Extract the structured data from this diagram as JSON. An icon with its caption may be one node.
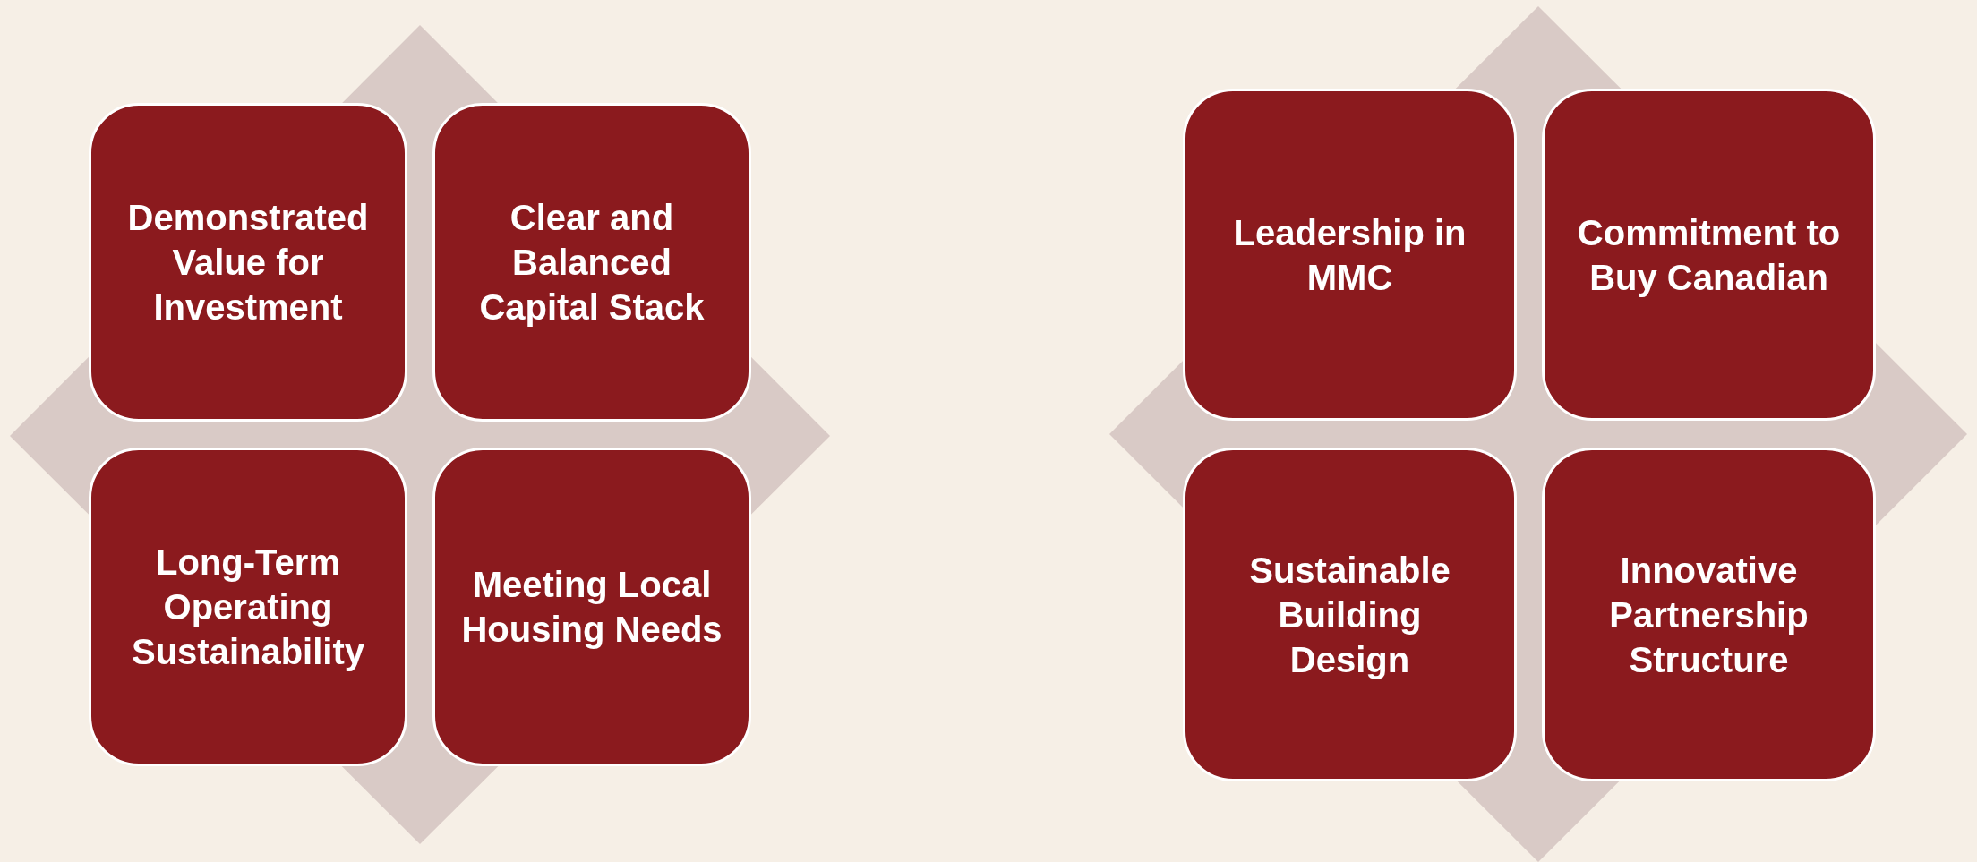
{
  "diagram": {
    "nodes": [
      {
        "text": [
          "Demonstrated Value for Investment"
        ]
      },
      {
        "text": [
          "Clear and Balanced Capital Stack"
        ]
      },
      {
        "text": [
          "Long-Term Operating Sustainability"
        ]
      },
      {
        "text": [
          "Meeting Local Housing Needs"
        ]
      },
      {
        "text": [
          "Leadership in MMC"
        ]
      },
      {
        "text": [
          "Commitment to Buy Canadian"
        ]
      },
      {
        "text": [
          "Sustainable Building Design"
        ]
      },
      {
        "text": [
          "Innovative Partnership Structure"
        ]
      }
    ]
  }
}
